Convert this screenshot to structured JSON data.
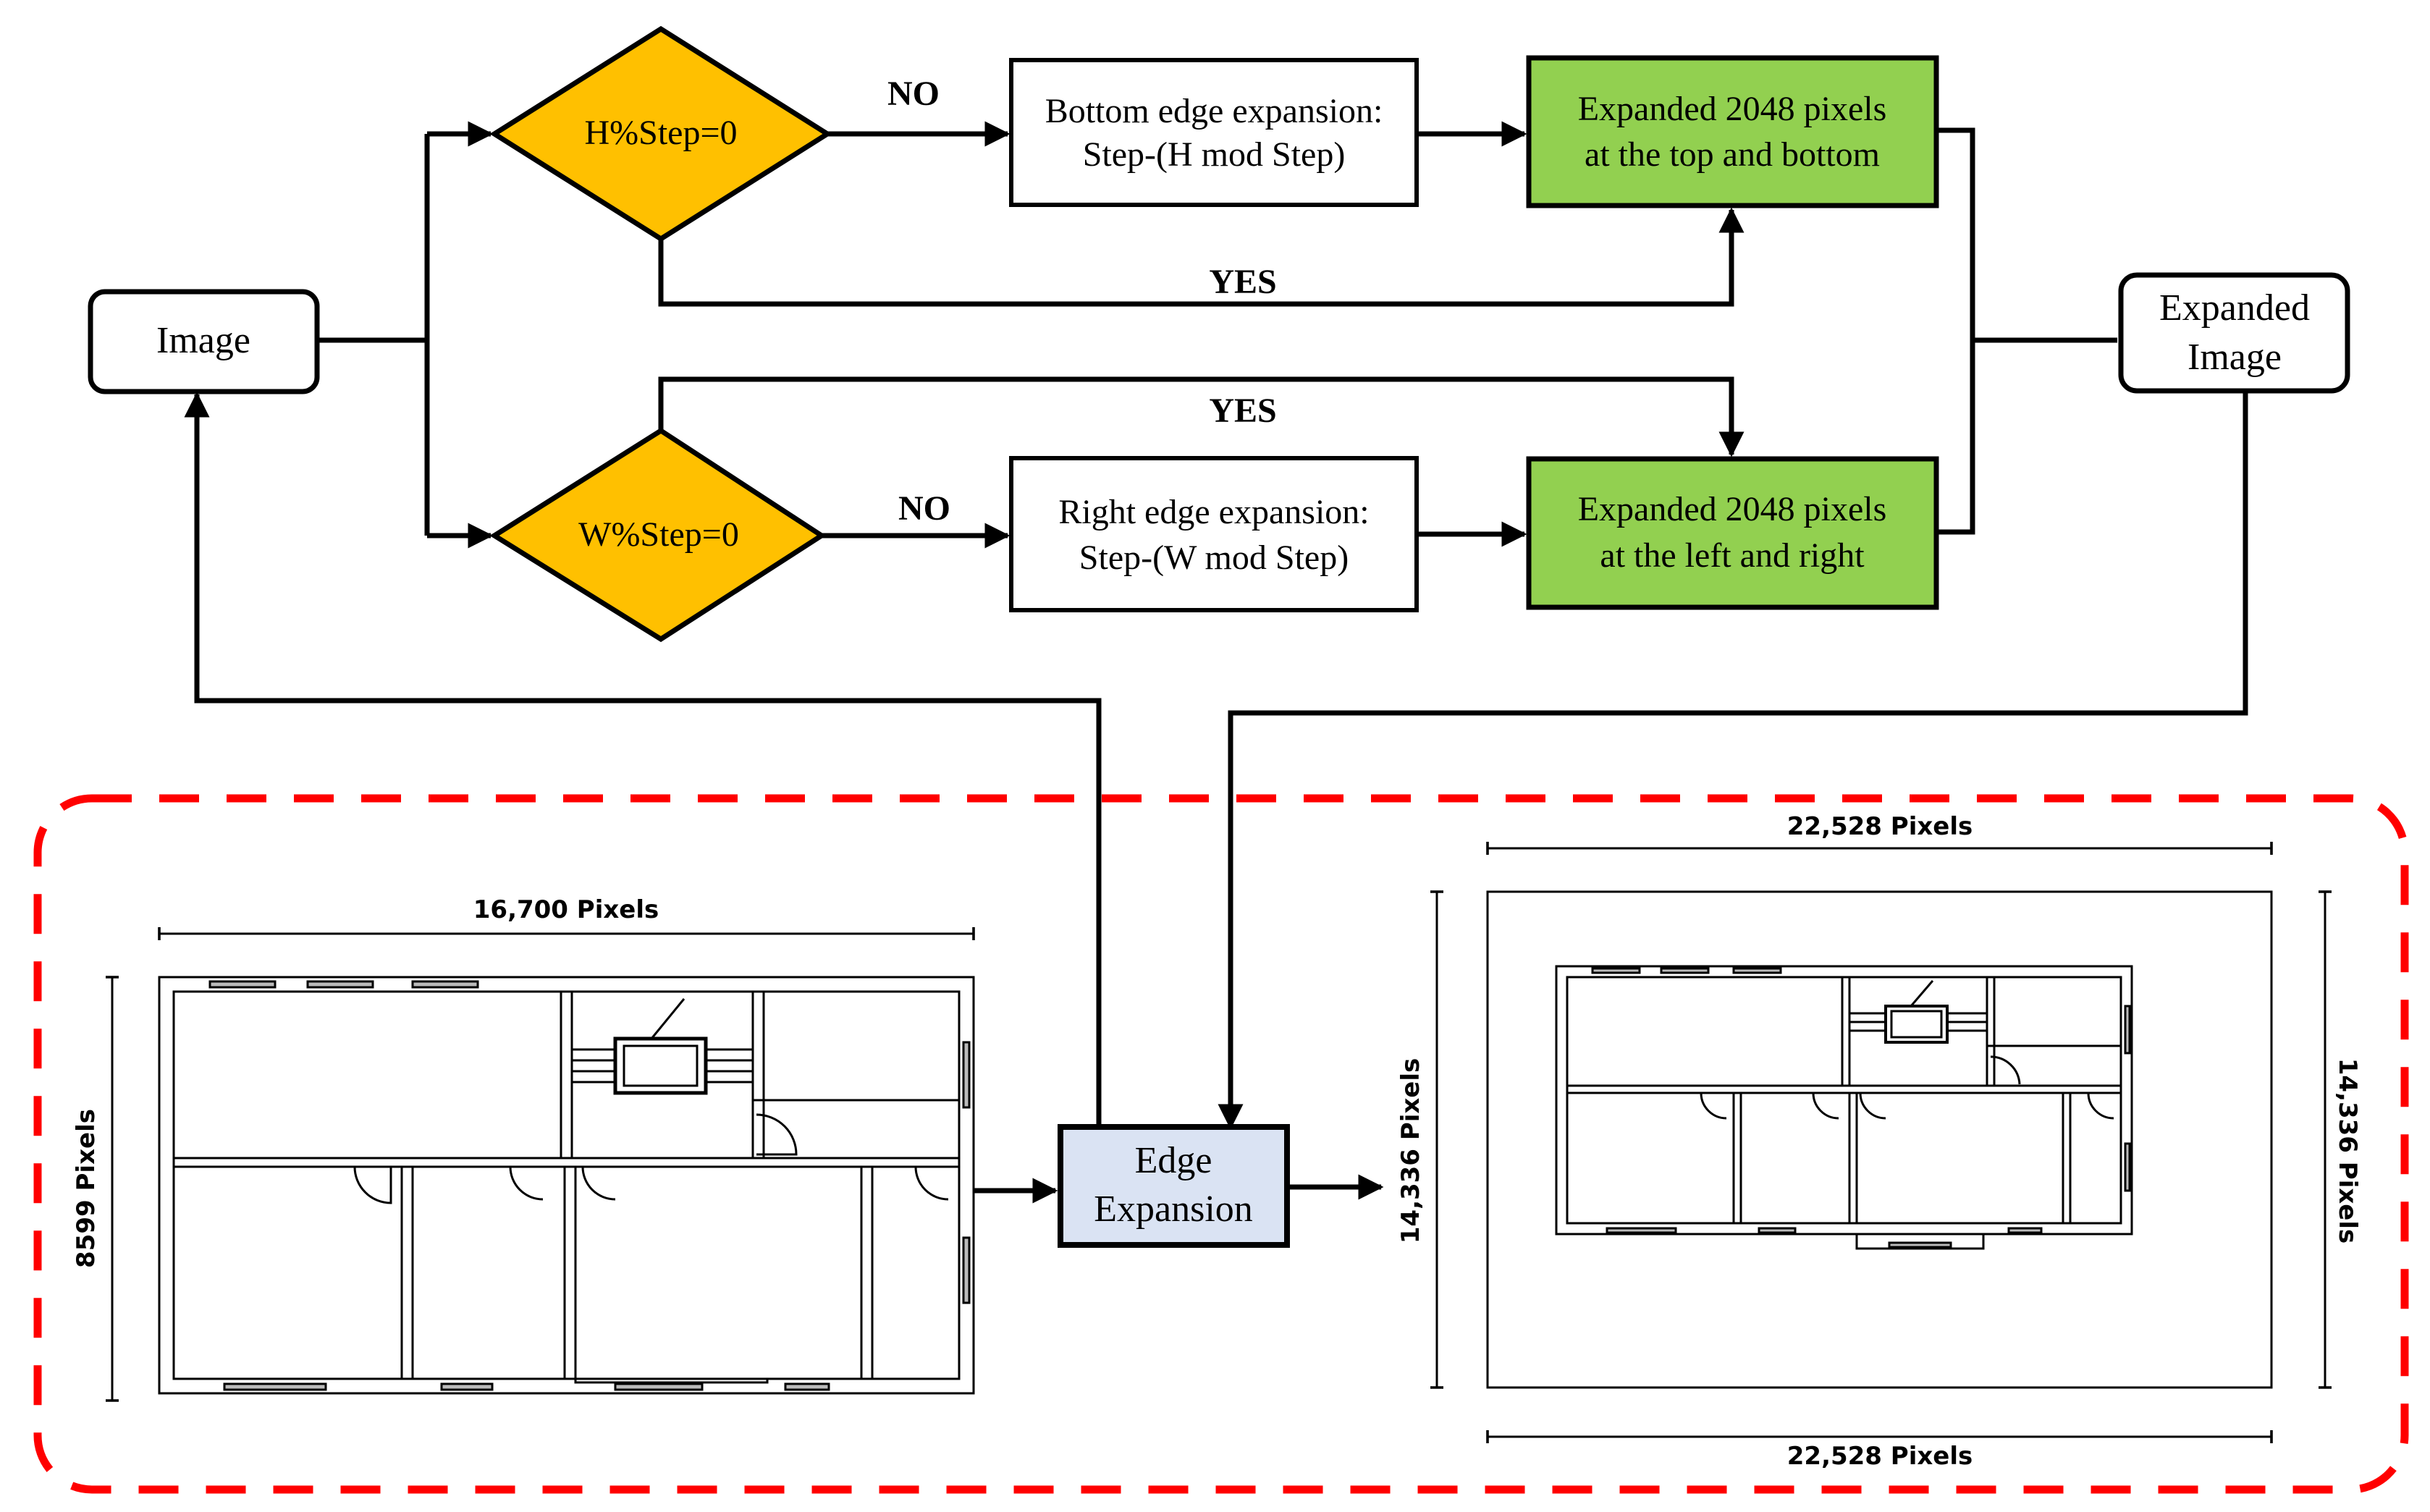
{
  "nodes": {
    "image": "Image",
    "h_check": "H%Step=0",
    "w_check": "W%Step=0",
    "bottom_expansion": [
      "Bottom edge expansion:",
      "Step-(H mod Step)"
    ],
    "right_expansion": [
      "Right edge expansion:",
      "Step-(W mod Step)"
    ],
    "expanded_top_bottom": [
      "Expanded 2048 pixels",
      "at the top and bottom"
    ],
    "expanded_left_right": [
      "Expanded 2048 pixels",
      "at the left and right"
    ],
    "expanded_image": [
      "Expanded",
      "Image"
    ],
    "edge_expansion": [
      "Edge",
      "Expansion"
    ]
  },
  "labels": {
    "no_top": "NO",
    "yes_top": "YES",
    "yes_bottom": "YES",
    "no_bottom": "NO"
  },
  "dimensions": {
    "original_width": "16,700 Pixels",
    "original_height": "8599 Pixels",
    "expanded_width_top": "22,528 Pixels",
    "expanded_width_bottom": "22,528 Pixels",
    "expanded_height_left": "14,336 Pixels",
    "expanded_height_right": "14,336 Pixels"
  },
  "colors": {
    "decision": "#FFC000",
    "expanded_box": "#92D050",
    "edge_box": "#DAE3F3",
    "dashed_border": "#FF0000",
    "line": "#000000"
  }
}
